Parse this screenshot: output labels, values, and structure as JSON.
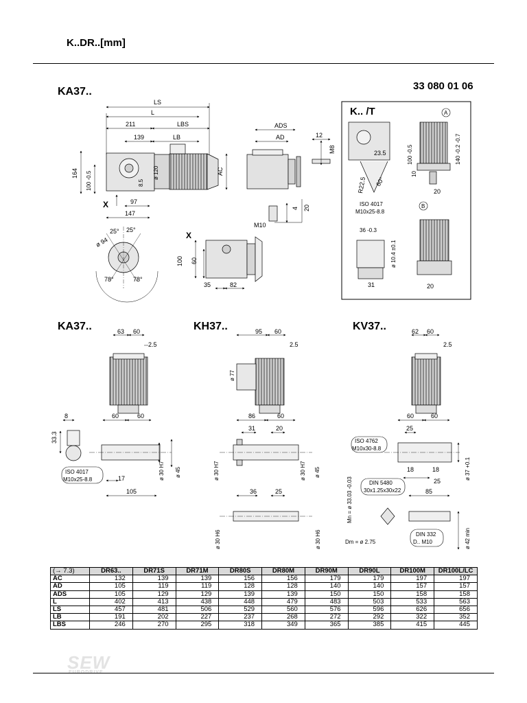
{
  "header": {
    "title": "K..DR..[mm]",
    "doc_number": "33 080 01 06"
  },
  "views": {
    "ka37_top": "KA37..",
    "kt_box": "K.. /T",
    "ka37_bottom": "KA37..",
    "kh37": "KH37..",
    "kv37": "KV37..",
    "x_marker": "X"
  },
  "dims_main": {
    "ls": "LS",
    "l": "L",
    "d211": "211",
    "lbs": "LBS",
    "d139": "139",
    "lb": "LB",
    "d164": "164",
    "d100": "100 -0.5",
    "d85": "8.5",
    "d120": "ø 120",
    "ac": "AC",
    "d97": "97",
    "d147": "147",
    "x": "X"
  },
  "dims_side": {
    "ads": "ADS",
    "ad": "AD",
    "d12": "12",
    "m8": "M8",
    "d4": "4",
    "d20": "20",
    "m10": "M10"
  },
  "dims_flange": {
    "d25a": "25°",
    "d25b": "25°",
    "d94": "ø 94",
    "d78a": "78°",
    "d78b": "78°"
  },
  "dims_x": {
    "x": "X",
    "d100": "100",
    "d60": "60",
    "d35": "35",
    "d82": "82"
  },
  "kt": {
    "circle_a": "A",
    "circle_b": "B",
    "d235": "23.5",
    "d100": "100 -0.5",
    "d10": "10",
    "d140": "140 -0.2 -0.7",
    "d20": "20",
    "r225": "R22.5",
    "d60": "60°",
    "iso": "ISO 4017",
    "iso2": "M10x25-8.8",
    "d36": "36 -0.3",
    "d104": "ø 10.4 ±0.1",
    "d31": "31",
    "d20b": "20"
  },
  "ka37b": {
    "d63": "63",
    "d60": "60",
    "d25": "2.5",
    "d8": "8",
    "d60a": "60",
    "d60b": "60",
    "d333": "33.3",
    "d30h7": "ø 30 H7",
    "d45": "ø 45",
    "iso": "ISO 4017",
    "iso2": "M10x25-8.8",
    "d17": "17",
    "d105": "105"
  },
  "kh37": {
    "d95": "95",
    "d60": "60",
    "d25": "2.5",
    "d77": "ø 77",
    "d86": "86",
    "d60b": "60",
    "d31": "31",
    "d20": "20",
    "d30h7a": "ø 30 H7",
    "d30h7b": "ø 30 H7",
    "d45": "ø 45",
    "d36": "36",
    "d25b": "25",
    "d30h6a": "ø 30 H6",
    "d30h6b": "ø 30 H6"
  },
  "kv37": {
    "d62": "62",
    "d60": "60",
    "d25": "2.5",
    "d60a": "60",
    "d60b": "60",
    "d25b": "25",
    "iso": "ISO 4762",
    "iso2": "M10x30-8.8",
    "d18a": "18",
    "d18b": "18",
    "d25c": "25",
    "d37": "ø 37 +0.1",
    "din": "DIN 5480",
    "din2": "30x1.25x30x22",
    "d85": "85",
    "mn": "Mn = ø 33.03 -0.03",
    "dm": "Dm = ø 2.75",
    "din332": "DIN 332",
    "din3322": "D.. M10",
    "d42": "ø 42 min"
  },
  "table": {
    "ref": "(→ 7.3)",
    "columns": [
      "DR63..",
      "DR71S",
      "DR71M",
      "DR80S",
      "DR80M",
      "DR90M",
      "DR90L",
      "DR100M",
      "DR100L/LC"
    ],
    "rows": [
      {
        "label": "AC",
        "values": [
          "132",
          "139",
          "139",
          "156",
          "156",
          "179",
          "179",
          "197",
          "197"
        ]
      },
      {
        "label": "AD",
        "values": [
          "105",
          "119",
          "119",
          "128",
          "128",
          "140",
          "140",
          "157",
          "157"
        ]
      },
      {
        "label": "ADS",
        "values": [
          "105",
          "129",
          "129",
          "139",
          "139",
          "150",
          "150",
          "158",
          "158"
        ]
      },
      {
        "label": "L",
        "values": [
          "402",
          "413",
          "438",
          "448",
          "479",
          "483",
          "503",
          "533",
          "563"
        ]
      },
      {
        "label": "LS",
        "values": [
          "457",
          "481",
          "506",
          "529",
          "560",
          "576",
          "596",
          "626",
          "656"
        ]
      },
      {
        "label": "LB",
        "values": [
          "191",
          "202",
          "227",
          "237",
          "268",
          "272",
          "292",
          "322",
          "352"
        ]
      },
      {
        "label": "LBS",
        "values": [
          "246",
          "270",
          "295",
          "318",
          "349",
          "365",
          "385",
          "415",
          "445"
        ]
      }
    ]
  },
  "logo": {
    "name": "SEW",
    "sub": "EURODRIVE"
  }
}
